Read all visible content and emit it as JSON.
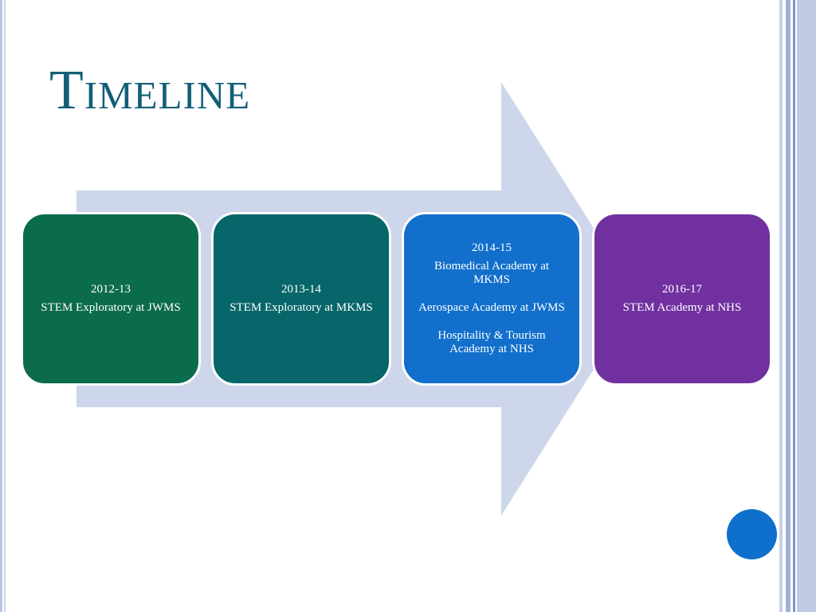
{
  "title": "Timeline",
  "colors": {
    "title": "#125f77",
    "arrow": "#cdd6ea",
    "box_1": "#0b6b4d",
    "box_2": "#07666a",
    "box_3": "#126fcb",
    "box_4": "#7030a0",
    "accent_dot": "#0f6fcd"
  },
  "timeline": [
    {
      "year": "2012-13",
      "items": [
        "STEM Exploratory at JWMS"
      ]
    },
    {
      "year": "2013-14",
      "items": [
        "STEM Exploratory at MKMS"
      ]
    },
    {
      "year": "2014-15",
      "items": [
        "Biomedical Academy at MKMS",
        "Aerospace Academy at JWMS",
        "Hospitality & Tourism Academy at NHS"
      ]
    },
    {
      "year": "2016-17",
      "items": [
        "STEM Academy at NHS"
      ]
    }
  ]
}
